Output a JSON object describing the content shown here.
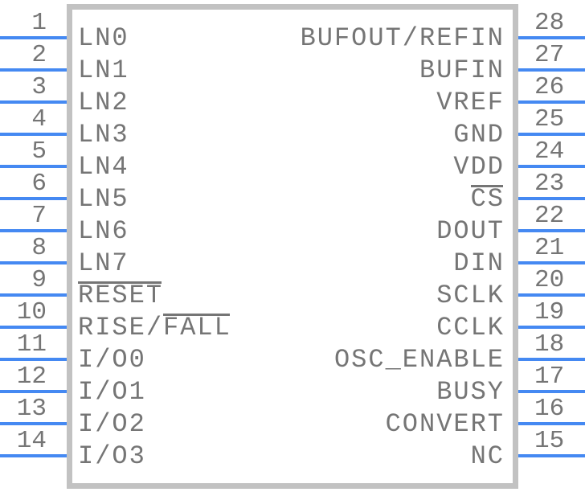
{
  "diagram": {
    "kind": "ic-schematic-symbol",
    "pin_count": 28
  },
  "colors": {
    "pin_line": "#4589f2",
    "body_border": "#c2c2c2",
    "text": "#757575",
    "background": "#ffffff"
  },
  "pins": {
    "left": [
      {
        "num": "1",
        "segments": [
          {
            "t": "LN0"
          }
        ]
      },
      {
        "num": "2",
        "segments": [
          {
            "t": "LN1"
          }
        ]
      },
      {
        "num": "3",
        "segments": [
          {
            "t": "LN2"
          }
        ]
      },
      {
        "num": "4",
        "segments": [
          {
            "t": "LN3"
          }
        ]
      },
      {
        "num": "5",
        "segments": [
          {
            "t": "LN4"
          }
        ]
      },
      {
        "num": "6",
        "segments": [
          {
            "t": "LN5"
          }
        ]
      },
      {
        "num": "7",
        "segments": [
          {
            "t": "LN6"
          }
        ]
      },
      {
        "num": "8",
        "segments": [
          {
            "t": "LN7"
          }
        ]
      },
      {
        "num": "9",
        "segments": [
          {
            "t": "RESET",
            "ov": true
          }
        ]
      },
      {
        "num": "10",
        "segments": [
          {
            "t": "RISE/"
          },
          {
            "t": "FALL",
            "ov": true
          }
        ]
      },
      {
        "num": "11",
        "segments": [
          {
            "t": "I/O0"
          }
        ]
      },
      {
        "num": "12",
        "segments": [
          {
            "t": "I/O1"
          }
        ]
      },
      {
        "num": "13",
        "segments": [
          {
            "t": "I/O2"
          }
        ]
      },
      {
        "num": "14",
        "segments": [
          {
            "t": "I/O3"
          }
        ]
      }
    ],
    "right": [
      {
        "num": "28",
        "segments": [
          {
            "t": "BUFOUT/REFIN"
          }
        ]
      },
      {
        "num": "27",
        "segments": [
          {
            "t": "BUFIN"
          }
        ]
      },
      {
        "num": "26",
        "segments": [
          {
            "t": "VREF"
          }
        ]
      },
      {
        "num": "25",
        "segments": [
          {
            "t": "GND"
          }
        ]
      },
      {
        "num": "24",
        "segments": [
          {
            "t": "VDD"
          }
        ]
      },
      {
        "num": "23",
        "segments": [
          {
            "t": "CS",
            "ov": true
          }
        ]
      },
      {
        "num": "22",
        "segments": [
          {
            "t": "DOUT"
          }
        ]
      },
      {
        "num": "21",
        "segments": [
          {
            "t": "DIN"
          }
        ]
      },
      {
        "num": "20",
        "segments": [
          {
            "t": "SCLK"
          }
        ]
      },
      {
        "num": "19",
        "segments": [
          {
            "t": "CCLK"
          }
        ]
      },
      {
        "num": "18",
        "segments": [
          {
            "t": "OSC_ENABLE"
          }
        ]
      },
      {
        "num": "17",
        "segments": [
          {
            "t": "BUSY"
          }
        ]
      },
      {
        "num": "16",
        "segments": [
          {
            "t": "CONVERT"
          }
        ]
      },
      {
        "num": "15",
        "segments": [
          {
            "t": "NC"
          }
        ]
      }
    ]
  }
}
